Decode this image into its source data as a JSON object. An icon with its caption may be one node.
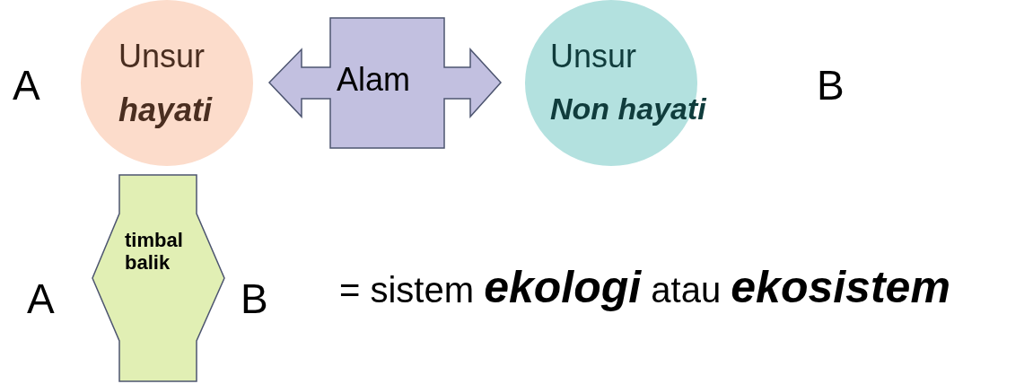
{
  "diagram": {
    "nodes": [
      {
        "text": [
          "A"
        ]
      },
      {
        "text": [
          "Unsur",
          "hayati"
        ]
      },
      {
        "text": [
          "Alam"
        ]
      },
      {
        "text": [
          "Unsur",
          "Non hayati"
        ]
      },
      {
        "text": [
          "B"
        ]
      },
      {
        "text": [
          "A"
        ]
      },
      {
        "text": [
          "timbal balik"
        ]
      },
      {
        "text": [
          "B"
        ]
      }
    ],
    "labels": [
      "= sistem **ekologi** atau **ekosistem**"
    ]
  }
}
